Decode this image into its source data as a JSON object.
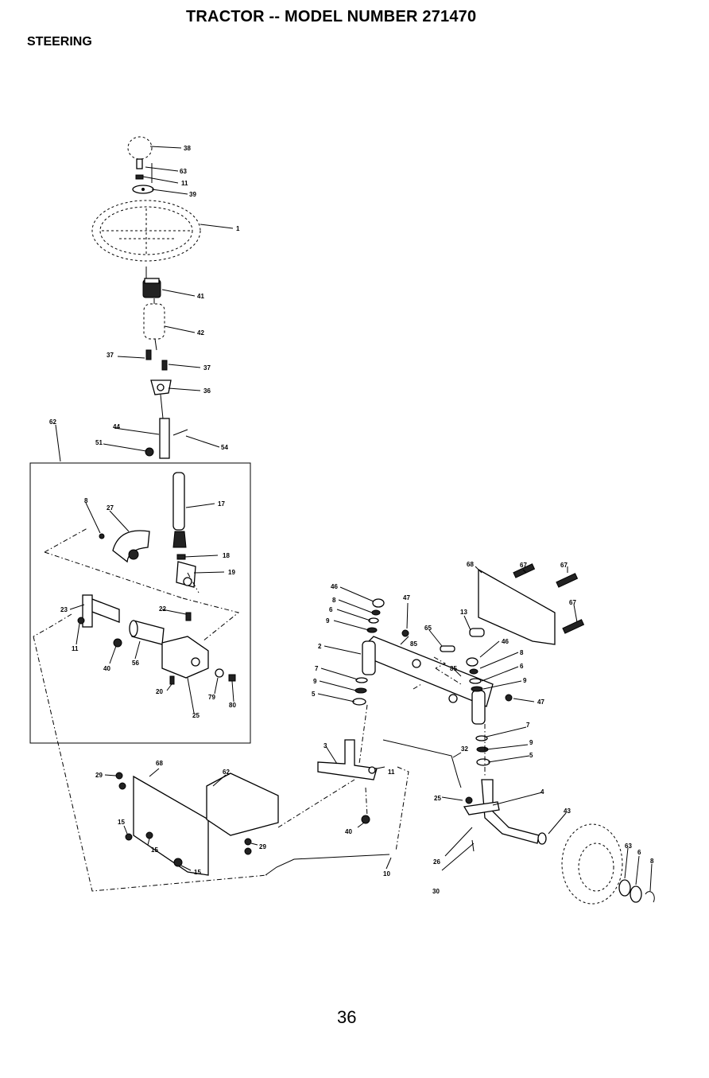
{
  "header": {
    "title": "TRACTOR -- MODEL NUMBER 271470",
    "section": "STEERING"
  },
  "footer": {
    "page_number": "36"
  },
  "callouts": [
    {
      "id": "c38",
      "text": "38"
    },
    {
      "id": "c63a",
      "text": "63"
    },
    {
      "id": "c11a",
      "text": "11"
    },
    {
      "id": "c39",
      "text": "39"
    },
    {
      "id": "c1",
      "text": "1"
    },
    {
      "id": "c41",
      "text": "41"
    },
    {
      "id": "c42",
      "text": "42"
    },
    {
      "id": "c37a",
      "text": "37"
    },
    {
      "id": "c37b",
      "text": "37"
    },
    {
      "id": "c36",
      "text": "36"
    },
    {
      "id": "c62a",
      "text": "62"
    },
    {
      "id": "c44",
      "text": "44"
    },
    {
      "id": "c51",
      "text": "51"
    },
    {
      "id": "c54",
      "text": "54"
    },
    {
      "id": "c8a",
      "text": "8"
    },
    {
      "id": "c27",
      "text": "27"
    },
    {
      "id": "c17",
      "text": "17"
    },
    {
      "id": "c18",
      "text": "18"
    },
    {
      "id": "c19",
      "text": "19"
    },
    {
      "id": "c23",
      "text": "23"
    },
    {
      "id": "c22",
      "text": "22"
    },
    {
      "id": "c11b",
      "text": "11"
    },
    {
      "id": "c40a",
      "text": "40"
    },
    {
      "id": "c56",
      "text": "56"
    },
    {
      "id": "c20",
      "text": "20"
    },
    {
      "id": "c25a",
      "text": "25"
    },
    {
      "id": "c79",
      "text": "79"
    },
    {
      "id": "c80",
      "text": "80"
    },
    {
      "id": "c46a",
      "text": "46"
    },
    {
      "id": "c8b",
      "text": "8"
    },
    {
      "id": "c6a",
      "text": "6"
    },
    {
      "id": "c9a",
      "text": "9"
    },
    {
      "id": "c2",
      "text": "2"
    },
    {
      "id": "c7a",
      "text": "7"
    },
    {
      "id": "c9b",
      "text": "9"
    },
    {
      "id": "c5a",
      "text": "5"
    },
    {
      "id": "c47a",
      "text": "47"
    },
    {
      "id": "c65a",
      "text": "65"
    },
    {
      "id": "c85a",
      "text": "85"
    },
    {
      "id": "c13",
      "text": "13"
    },
    {
      "id": "c68a",
      "text": "68"
    },
    {
      "id": "c67a",
      "text": "67"
    },
    {
      "id": "c67b",
      "text": "67"
    },
    {
      "id": "c67c",
      "text": "67"
    },
    {
      "id": "c46b",
      "text": "46"
    },
    {
      "id": "c8c",
      "text": "8"
    },
    {
      "id": "c6b",
      "text": "6"
    },
    {
      "id": "c85b",
      "text": "85"
    },
    {
      "id": "c9c",
      "text": "9"
    },
    {
      "id": "c47b",
      "text": "47"
    },
    {
      "id": "c7b",
      "text": "7"
    },
    {
      "id": "c9d",
      "text": "9"
    },
    {
      "id": "c5b",
      "text": "5"
    },
    {
      "id": "c3",
      "text": "3"
    },
    {
      "id": "c11c",
      "text": "11"
    },
    {
      "id": "c32",
      "text": "32"
    },
    {
      "id": "c40b",
      "text": "40"
    },
    {
      "id": "c25b",
      "text": "25"
    },
    {
      "id": "c4",
      "text": "4"
    },
    {
      "id": "c43",
      "text": "43"
    },
    {
      "id": "c26",
      "text": "26"
    },
    {
      "id": "c30",
      "text": "30"
    },
    {
      "id": "c10",
      "text": "10"
    },
    {
      "id": "c63b",
      "text": "63"
    },
    {
      "id": "c6c",
      "text": "6"
    },
    {
      "id": "c8d",
      "text": "8"
    },
    {
      "id": "c29a",
      "text": "29"
    },
    {
      "id": "c68b",
      "text": "68"
    },
    {
      "id": "c62b",
      "text": "62"
    },
    {
      "id": "c15a",
      "text": "15"
    },
    {
      "id": "c15b",
      "text": "15"
    },
    {
      "id": "c15c",
      "text": "15"
    },
    {
      "id": "c29b",
      "text": "29"
    }
  ]
}
